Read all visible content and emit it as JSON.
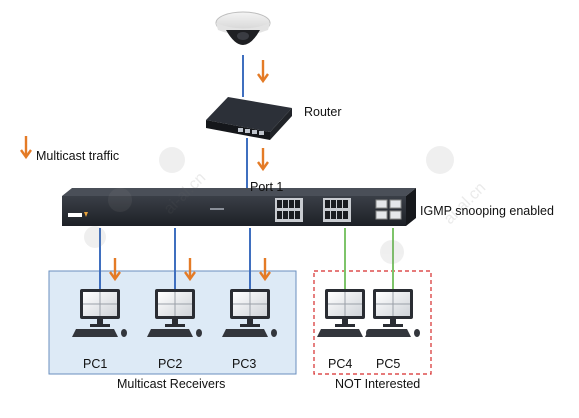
{
  "labels": {
    "router": "Router",
    "legend": "Multicast traffic",
    "port": "Port 1",
    "switch_note": "IGMP snooping enabled",
    "pcs": [
      "PC1",
      "PC2",
      "PC3",
      "PC4",
      "PC5"
    ],
    "group_receivers": "Multicast Receivers",
    "group_not_interested": "NOT Interested"
  },
  "watermark_text": "ai-al.cn",
  "colors": {
    "arrow": "#e47b26",
    "multicast_link": "#3f6fbf",
    "idle_link": "#7ec46a",
    "receivers_box_fill": "#ddeaf6",
    "receivers_box_border": "#6a8fbf",
    "not_interested_border": "#d62b2b",
    "switch_body": "#2b2f36"
  }
}
